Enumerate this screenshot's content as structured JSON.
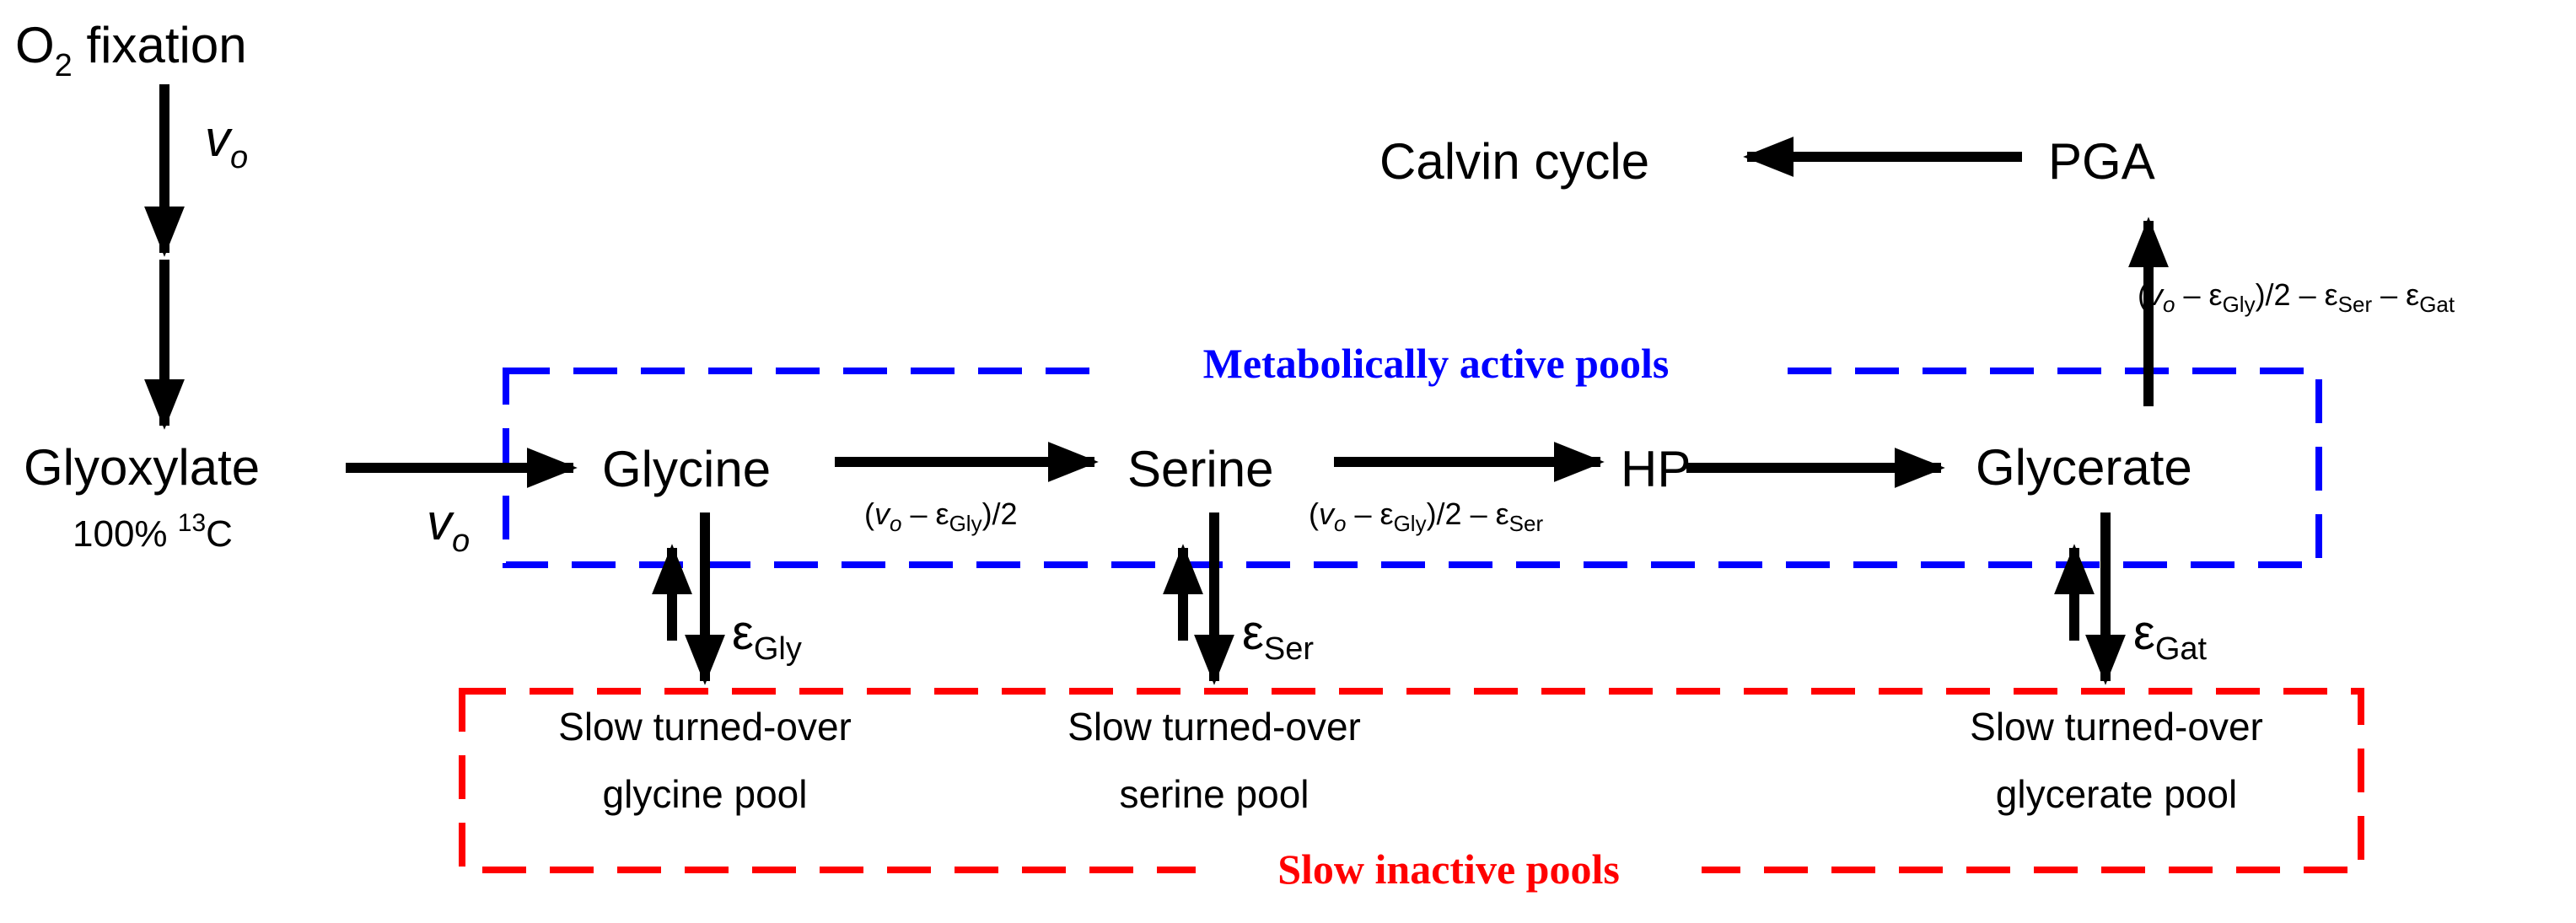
{
  "nodes": {
    "o2_fixation": {
      "main": "O",
      "sub": "2",
      "rest": " fixation"
    },
    "glyoxylate": "Glyoxylate",
    "glyoxylate_label": {
      "prefix": "100% ",
      "sup": "13",
      "suffix": "C"
    },
    "glycine": "Glycine",
    "serine": "Serine",
    "hp": "HP",
    "glycerate": "Glycerate",
    "pga": "PGA",
    "calvin_cycle": "Calvin cycle"
  },
  "flux": {
    "v": "v",
    "o": "o",
    "epsilon": "ε",
    "minus": " – ",
    "gly": "Gly",
    "ser": "Ser",
    "gat": "Gat",
    "paren_open": "(",
    "paren_close": ")",
    "half": ")/2",
    "minus_eps": " – ε"
  },
  "pools": {
    "glycine": [
      "Slow turned-over",
      "glycine pool"
    ],
    "serine": [
      "Slow turned-over",
      "serine pool"
    ],
    "glycerate": [
      "Slow turned-over",
      "glycerate pool"
    ]
  },
  "boxes": {
    "active": {
      "title": "Metabolically active pools",
      "color": "#0000ff"
    },
    "inactive": {
      "title": "Slow inactive pools",
      "color": "#ff0000"
    }
  }
}
